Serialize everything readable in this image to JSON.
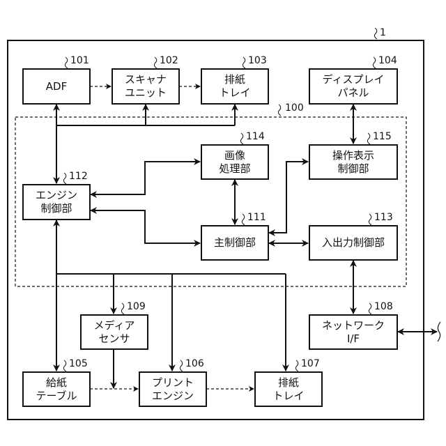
{
  "diagram": {
    "apparatus_ref": "1",
    "controller_ref": "100",
    "blocks": {
      "adf": {
        "ref": "101",
        "lines": [
          "ADF"
        ]
      },
      "scanner_unit": {
        "ref": "102",
        "lines": [
          "スキャナ",
          "ユニット"
        ]
      },
      "output_tray_top": {
        "ref": "103",
        "lines": [
          "排紙",
          "トレイ"
        ]
      },
      "display_panel": {
        "ref": "104",
        "lines": [
          "ディスプレイ",
          "パネル"
        ]
      },
      "paper_feed_table": {
        "ref": "105",
        "lines": [
          "給紙",
          "テーブル"
        ]
      },
      "print_engine": {
        "ref": "106",
        "lines": [
          "プリント",
          "エンジン"
        ]
      },
      "output_tray_bottom": {
        "ref": "107",
        "lines": [
          "排紙",
          "トレイ"
        ]
      },
      "network_if": {
        "ref": "108",
        "lines": [
          "ネットワーク",
          "I/F"
        ]
      },
      "media_sensor": {
        "ref": "109",
        "lines": [
          "メディア",
          "センサ"
        ]
      },
      "main_controller": {
        "ref": "111",
        "lines": [
          "主制御部"
        ]
      },
      "engine_controller": {
        "ref": "112",
        "lines": [
          "エンジン",
          "制御部"
        ]
      },
      "io_controller": {
        "ref": "113",
        "lines": [
          "入出力制御部"
        ]
      },
      "image_processor": {
        "ref": "114",
        "lines": [
          "画像",
          "処理部"
        ]
      },
      "operation_display_controller": {
        "ref": "115",
        "lines": [
          "操作表示",
          "制御部"
        ]
      }
    },
    "connections": [
      {
        "from": "adf",
        "to": "scanner_unit",
        "style": "dashed",
        "direction": "forward"
      },
      {
        "from": "scanner_unit",
        "to": "output_tray_top",
        "style": "dashed",
        "direction": "forward"
      },
      {
        "from": "engine_controller",
        "to": "adf",
        "style": "solid",
        "direction": "bidirectional"
      },
      {
        "from": "engine_controller",
        "to": "scanner_unit",
        "style": "solid",
        "direction": "forward"
      },
      {
        "from": "engine_controller",
        "to": "output_tray_top",
        "style": "solid",
        "direction": "forward"
      },
      {
        "from": "display_panel",
        "to": "operation_display_controller",
        "style": "solid",
        "direction": "bidirectional"
      },
      {
        "from": "engine_controller",
        "to": "image_processor",
        "style": "solid",
        "direction": "bidirectional"
      },
      {
        "from": "engine_controller",
        "to": "main_controller",
        "style": "solid",
        "direction": "bidirectional"
      },
      {
        "from": "image_processor",
        "to": "main_controller",
        "style": "solid",
        "direction": "bidirectional"
      },
      {
        "from": "main_controller",
        "to": "operation_display_controller",
        "style": "solid",
        "direction": "bidirectional"
      },
      {
        "from": "main_controller",
        "to": "io_controller",
        "style": "solid",
        "direction": "bidirectional"
      },
      {
        "from": "io_controller",
        "to": "network_if",
        "style": "solid",
        "direction": "bidirectional"
      },
      {
        "from": "network_if",
        "to": "external_network",
        "style": "solid",
        "direction": "bidirectional"
      },
      {
        "from": "engine_controller",
        "to": "paper_feed_table",
        "style": "solid",
        "direction": "bidirectional"
      },
      {
        "from": "engine_controller",
        "to": "media_sensor",
        "style": "solid",
        "direction": "forward"
      },
      {
        "from": "engine_controller",
        "to": "print_engine",
        "style": "solid",
        "direction": "forward"
      },
      {
        "from": "engine_controller",
        "to": "output_tray_bottom",
        "style": "solid",
        "direction": "forward"
      },
      {
        "from": "media_sensor",
        "to": "paper_path",
        "style": "solid",
        "direction": "forward"
      },
      {
        "from": "paper_feed_table",
        "to": "print_engine",
        "style": "dashed",
        "direction": "forward"
      },
      {
        "from": "print_engine",
        "to": "output_tray_bottom",
        "style": "dashed",
        "direction": "forward"
      }
    ]
  }
}
